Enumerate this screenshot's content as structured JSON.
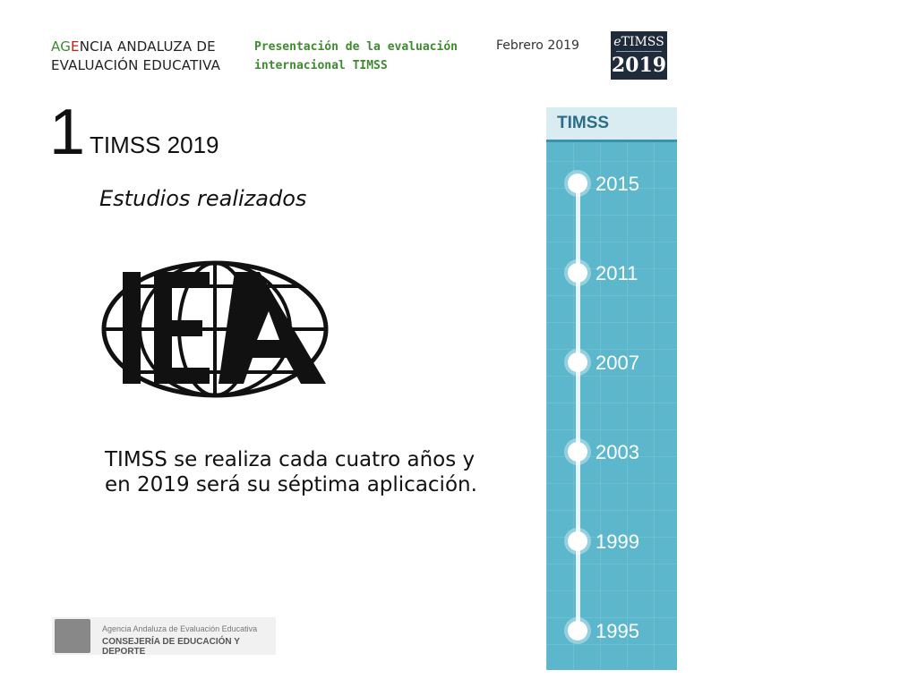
{
  "header": {
    "agency_line1_a": "AG",
    "agency_line1_b": "E",
    "agency_line1_c": "NCIA ANDALUZA DE",
    "agency_line2": "EVALUACIÓN EDUCATIVA",
    "presentation_line1": "Presentación de la evaluación",
    "presentation_line2": "internacional TIMSS",
    "date": "Febrero 2019",
    "badge_top": "TIMSS",
    "badge_top_prefix": "e",
    "badge_year": "2019"
  },
  "section": {
    "number": "1",
    "title": "TIMSS 2019",
    "subtitle": "Estudios realizados"
  },
  "logo_text": "IEA",
  "body": {
    "line1": "TIMSS se realiza cada cuatro años y",
    "line2": "en 2019 será su séptima aplicación."
  },
  "footer": {
    "line1": "Agencia Andaluza de Evaluación Educativa",
    "line2": "CONSEJERÍA DE EDUCACIÓN Y DEPORTE"
  },
  "timeline": {
    "label": "TIMSS",
    "years": [
      "2015",
      "2011",
      "2007",
      "2003",
      "1999",
      "1995"
    ]
  },
  "colors": {
    "accent_green": "#3e8a2e",
    "timeline_bg": "#5cb7cc",
    "badge_bg": "#1f2a3a"
  }
}
